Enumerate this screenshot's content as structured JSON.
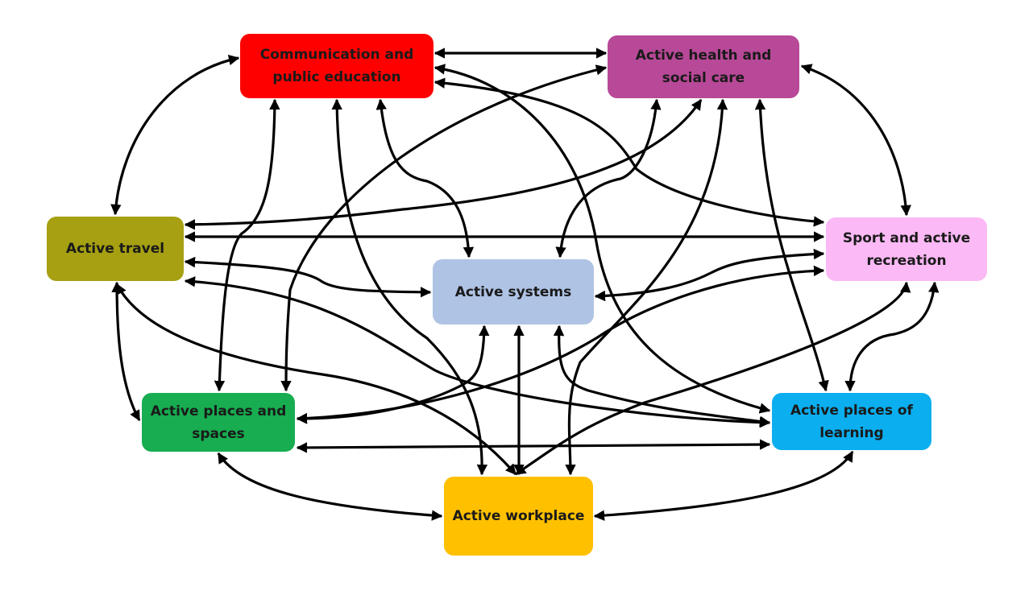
{
  "diagram": {
    "type": "network",
    "connection_style": "bidirectional arrows",
    "nodes": [
      {
        "id": "comm",
        "label": "Communication and public education",
        "color": "#ff0000"
      },
      {
        "id": "health",
        "label": "Active health and social care",
        "color": "#b84898"
      },
      {
        "id": "travel",
        "label": "Active travel",
        "color": "#a6a012"
      },
      {
        "id": "sport",
        "label": "Sport and active recreation",
        "color": "#fbb9f5"
      },
      {
        "id": "sys",
        "label": "Active systems",
        "color": "#afc3e4"
      },
      {
        "id": "places",
        "label": "Active places and spaces",
        "color": "#17ad50"
      },
      {
        "id": "learn",
        "label": "Active places of learning",
        "color": "#0baeef"
      },
      {
        "id": "work",
        "label": "Active workplace",
        "color": "#ffc000"
      }
    ],
    "edges": [
      [
        "comm",
        "health"
      ],
      [
        "comm",
        "travel"
      ],
      [
        "comm",
        "sport"
      ],
      [
        "comm",
        "sys"
      ],
      [
        "comm",
        "places"
      ],
      [
        "comm",
        "learn"
      ],
      [
        "comm",
        "work"
      ],
      [
        "health",
        "travel"
      ],
      [
        "health",
        "sport"
      ],
      [
        "health",
        "sys"
      ],
      [
        "health",
        "places"
      ],
      [
        "health",
        "learn"
      ],
      [
        "health",
        "work"
      ],
      [
        "travel",
        "sport"
      ],
      [
        "travel",
        "sys"
      ],
      [
        "travel",
        "places"
      ],
      [
        "travel",
        "learn"
      ],
      [
        "travel",
        "work"
      ],
      [
        "sport",
        "sys"
      ],
      [
        "sport",
        "places"
      ],
      [
        "sport",
        "learn"
      ],
      [
        "sport",
        "work"
      ],
      [
        "sys",
        "places"
      ],
      [
        "sys",
        "learn"
      ],
      [
        "sys",
        "work"
      ],
      [
        "places",
        "learn"
      ],
      [
        "places",
        "work"
      ],
      [
        "learn",
        "work"
      ]
    ]
  }
}
